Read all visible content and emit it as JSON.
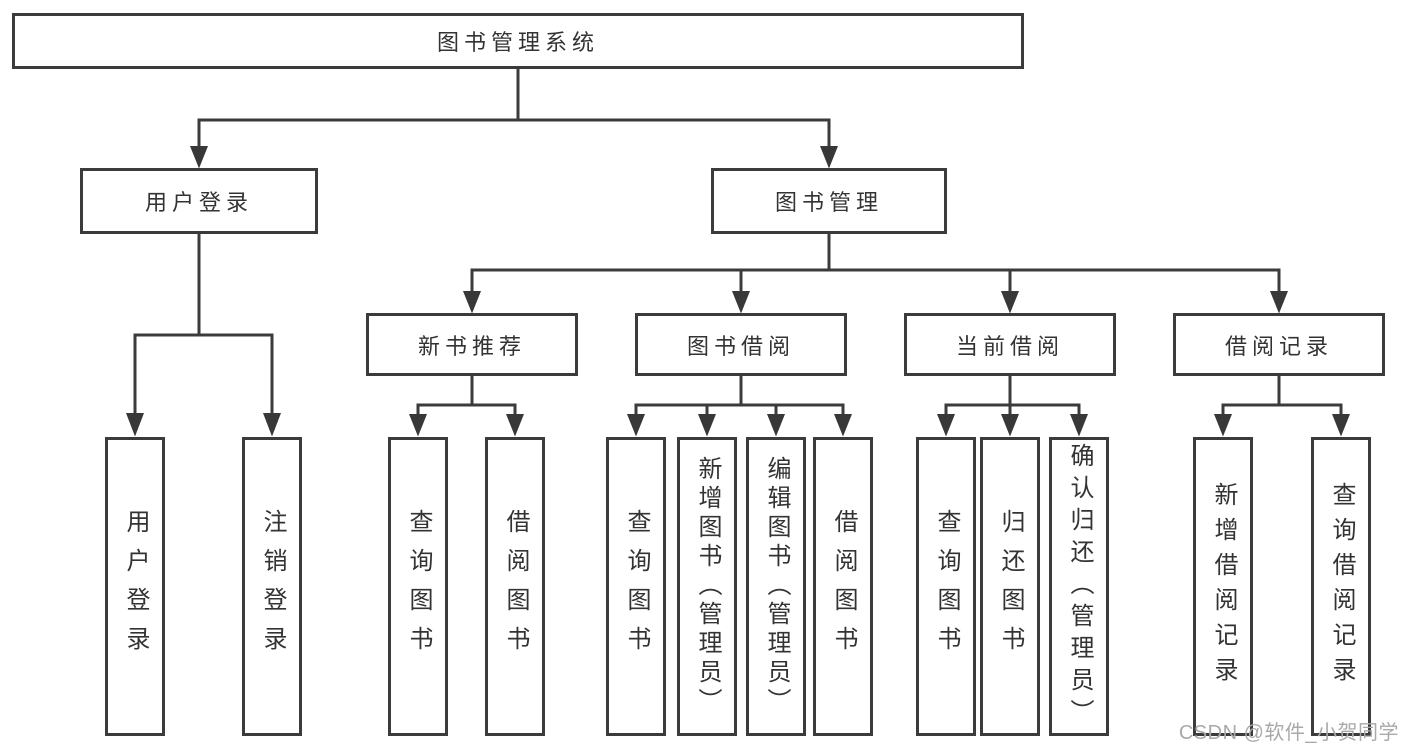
{
  "colors": {
    "background": "#ffffff",
    "line": "#3b3b3b",
    "box_border": "#3b3b3b",
    "text": "#333333",
    "watermark": "#a9a9a9"
  },
  "watermark": {
    "text": "CSDN @软件_小贺同学"
  },
  "diagram": {
    "type": "hierarchy",
    "root": {
      "label": "图书管理系统"
    },
    "children": [
      {
        "label": "用户登录",
        "children": [
          {
            "label": "用户登录"
          },
          {
            "label": "注销登录"
          }
        ]
      },
      {
        "label": "图书管理",
        "children": [
          {
            "label": "新书推荐",
            "children": [
              {
                "label": "查询图书"
              },
              {
                "label": "借阅图书"
              }
            ]
          },
          {
            "label": "图书借阅",
            "children": [
              {
                "label": "查询图书"
              },
              {
                "label": "新增图书（管理员）"
              },
              {
                "label": "编辑图书（管理员）"
              },
              {
                "label": "借阅图书"
              }
            ]
          },
          {
            "label": "当前借阅",
            "children": [
              {
                "label": "查询图书"
              },
              {
                "label": "归还图书"
              },
              {
                "label": "确认归还（管理员）"
              }
            ]
          },
          {
            "label": "借阅记录",
            "children": [
              {
                "label": "新增借阅记录"
              },
              {
                "label": "查询借阅记录"
              }
            ]
          }
        ]
      }
    ]
  }
}
